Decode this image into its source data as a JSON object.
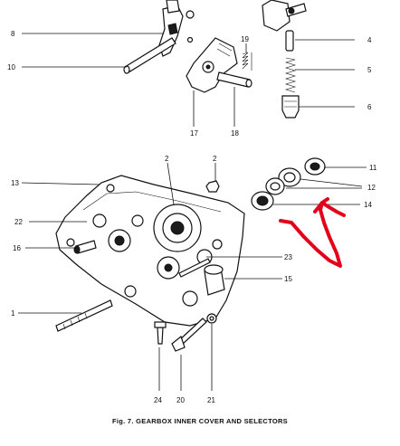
{
  "figure": {
    "caption": "Fig. 7.  GEARBOX INNER COVER AND SELECTORS"
  },
  "callouts": {
    "c1": "1",
    "c2a": "2",
    "c2b": "2",
    "c4": "4",
    "c5": "5",
    "c6": "6",
    "c8": "8",
    "c10": "10",
    "c11": "11",
    "c12": "12",
    "c13": "13",
    "c14": "14",
    "c15": "15",
    "c16": "16",
    "c17": "17",
    "c18": "18",
    "c19": "19",
    "c20": "20",
    "c21": "21",
    "c22": "22",
    "c23": "23",
    "c24": "24"
  },
  "colors": {
    "ink": "#111111",
    "annotation": "#e3001b",
    "paper": "#ffffff"
  }
}
